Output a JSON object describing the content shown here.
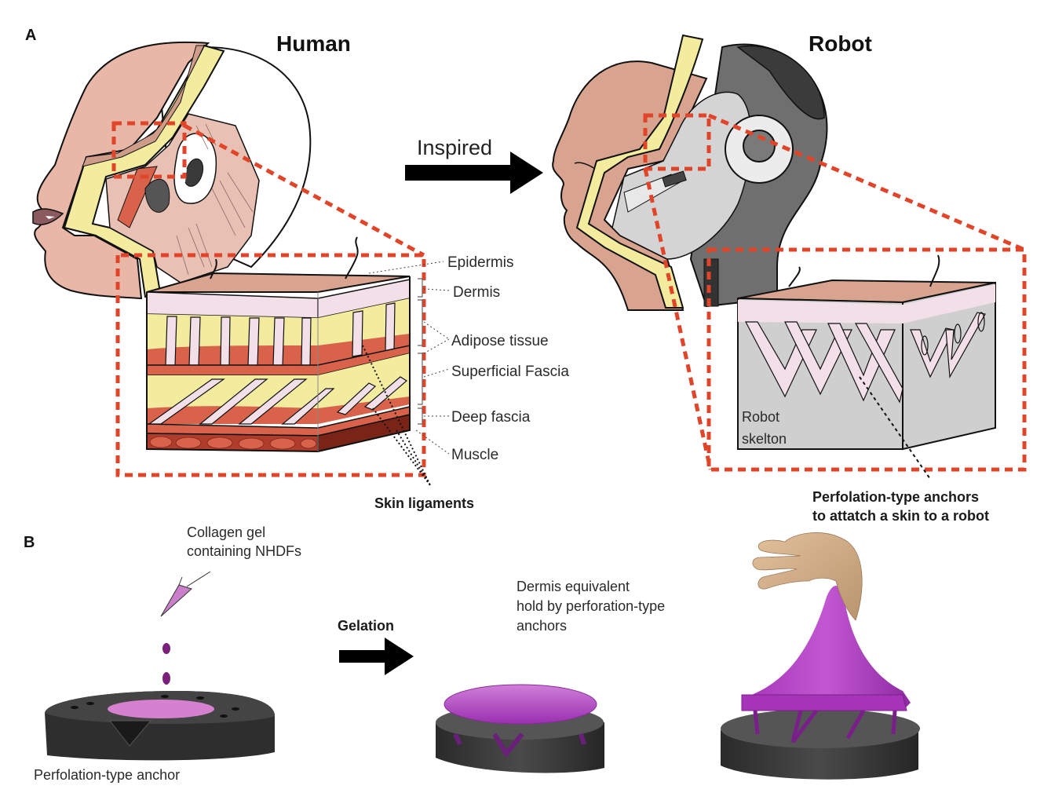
{
  "panel_a": {
    "letter": "A",
    "human_title": "Human",
    "robot_title": "Robot",
    "arrow_label": "Inspired",
    "human_layers": [
      "Epidermis",
      "Dermis",
      "Adipose tissue",
      "Superficial Fascia",
      "Deep fascia",
      "Muscle"
    ],
    "skin_ligaments_label": "Skin ligaments",
    "robot_skeleton_label": [
      "Robot",
      "skelton"
    ],
    "anchors_label": [
      "Perfolation-type anchors",
      "to attatch a skin to a robot"
    ]
  },
  "panel_b": {
    "letter": "B",
    "collagen_label": [
      "Collagen gel",
      "containing NHDFs"
    ],
    "arrow_label": "Gelation",
    "dermis_label": [
      "Dermis equivalent",
      "hold by perforation-type",
      "anchors"
    ],
    "anchor_label": "Perfolation-type anchor"
  },
  "colors": {
    "skin": "#d9a48f",
    "adipose": "#f3ec9e",
    "dermis": "#f2dfe8",
    "fascia": "#d9624a",
    "muscle": "#b03c2c",
    "zoom_box": "#e0452a",
    "robot_dark": "#3b3b3b",
    "robot_mid": "#6f6f6f",
    "robot_light": "#cfcfcf",
    "gel_purple": "#b040c0",
    "anchor_dark": "#2e2e2e"
  }
}
